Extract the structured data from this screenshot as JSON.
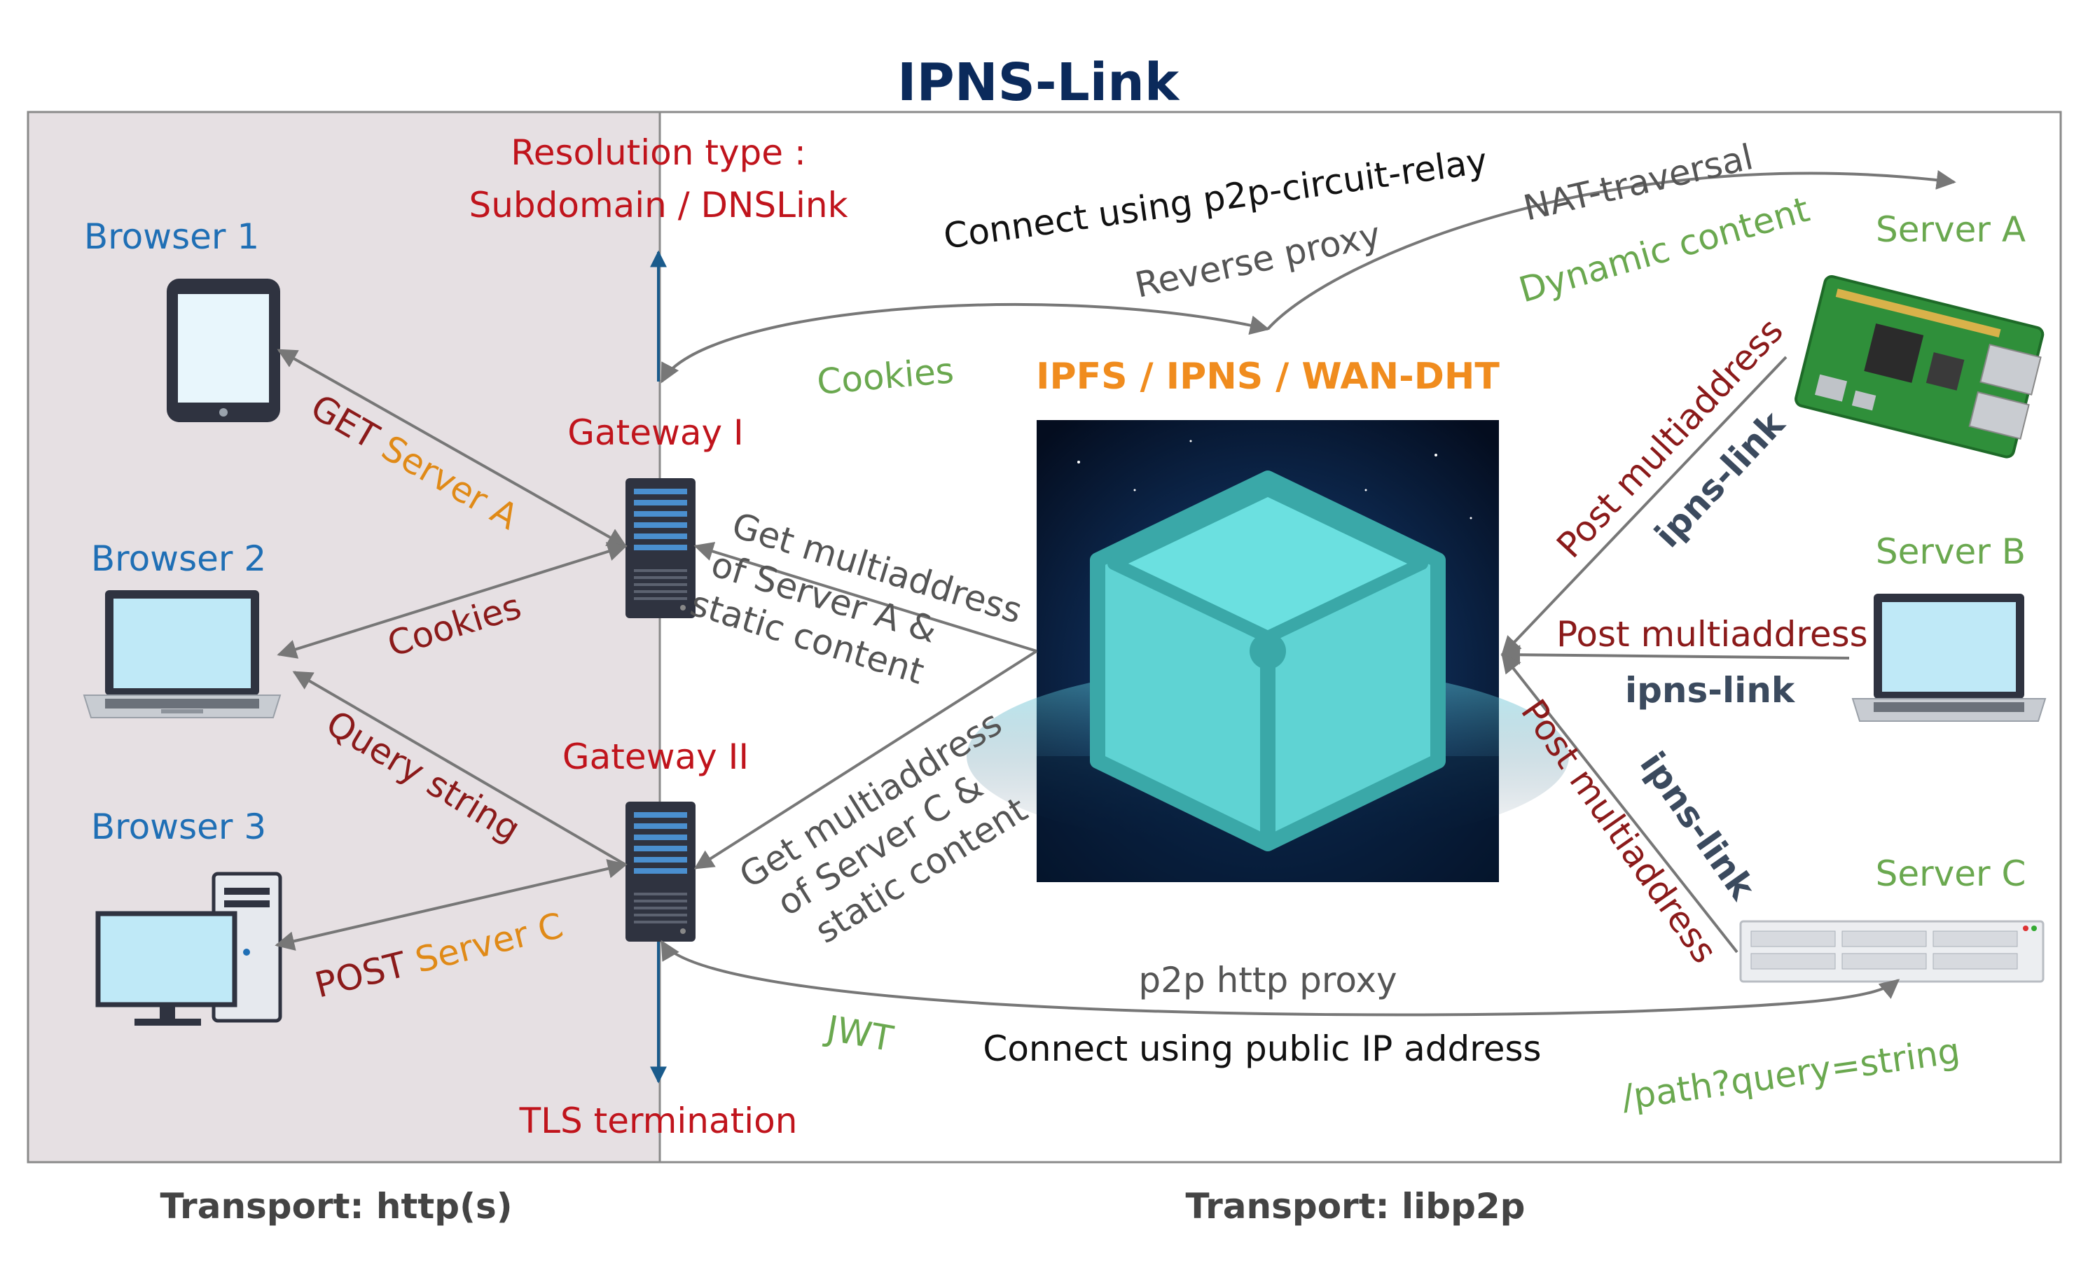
{
  "title": "IPNS-Link",
  "transport": {
    "http": "Transport: http(s)",
    "libp2p": "Transport: libp2p"
  },
  "browsers": {
    "b1": "Browser 1",
    "b2": "Browser 2",
    "b3": "Browser 3"
  },
  "gateways": {
    "g1": "Gateway I",
    "g2": "Gateway II"
  },
  "servers": {
    "a": "Server A",
    "b": "Server B",
    "c": "Server C"
  },
  "resolution": {
    "line1": "Resolution type :",
    "line2": "Subdomain / DNSLink"
  },
  "tls_termination": "TLS termination",
  "dht_label": "IPFS / IPNS / WAN-DHT",
  "edges": {
    "get_a_1": "GET ",
    "get_a_2": "Server A",
    "cookies_b2": "Cookies",
    "query_string": "Query string",
    "post_c_1": "POST ",
    "post_c_2": "Server C",
    "get_multi_a": [
      "Get multiaddress",
      "of Server A &",
      "static content"
    ],
    "get_multi_c": [
      "Get multiaddress",
      "of Server C &",
      "static content"
    ],
    "post_multi_a": "Post multiaddress",
    "ipns_link_a": "ipns-link",
    "post_multi_b": "Post multiaddress",
    "ipns_link_b": "ipns-link",
    "post_multi_c": "Post multiaddress",
    "ipns_link_c": "ipns-link",
    "connect_relay": "Connect using p2p-circuit-relay",
    "nat_traversal": "NAT-traversal",
    "reverse_proxy": "Reverse proxy",
    "dynamic_content": "Dynamic content",
    "cookies_top": "Cookies",
    "p2p_http_proxy": "p2p http proxy",
    "connect_public": "Connect using public IP address",
    "jwt": "JWT",
    "path_query": "/path?query=string"
  },
  "colors": {
    "title": "#0b2a5b",
    "browser_label": "#1f6fb5",
    "gateway_label": "#c0141c",
    "server_label": "#6aa84f",
    "dark_red": "#8b1a1a",
    "orange": "#e08a17",
    "gray_text": "#555555",
    "slate": "#3b4a5e",
    "left_panel": "#e6e0e3",
    "cube": "#5fd3d3"
  }
}
